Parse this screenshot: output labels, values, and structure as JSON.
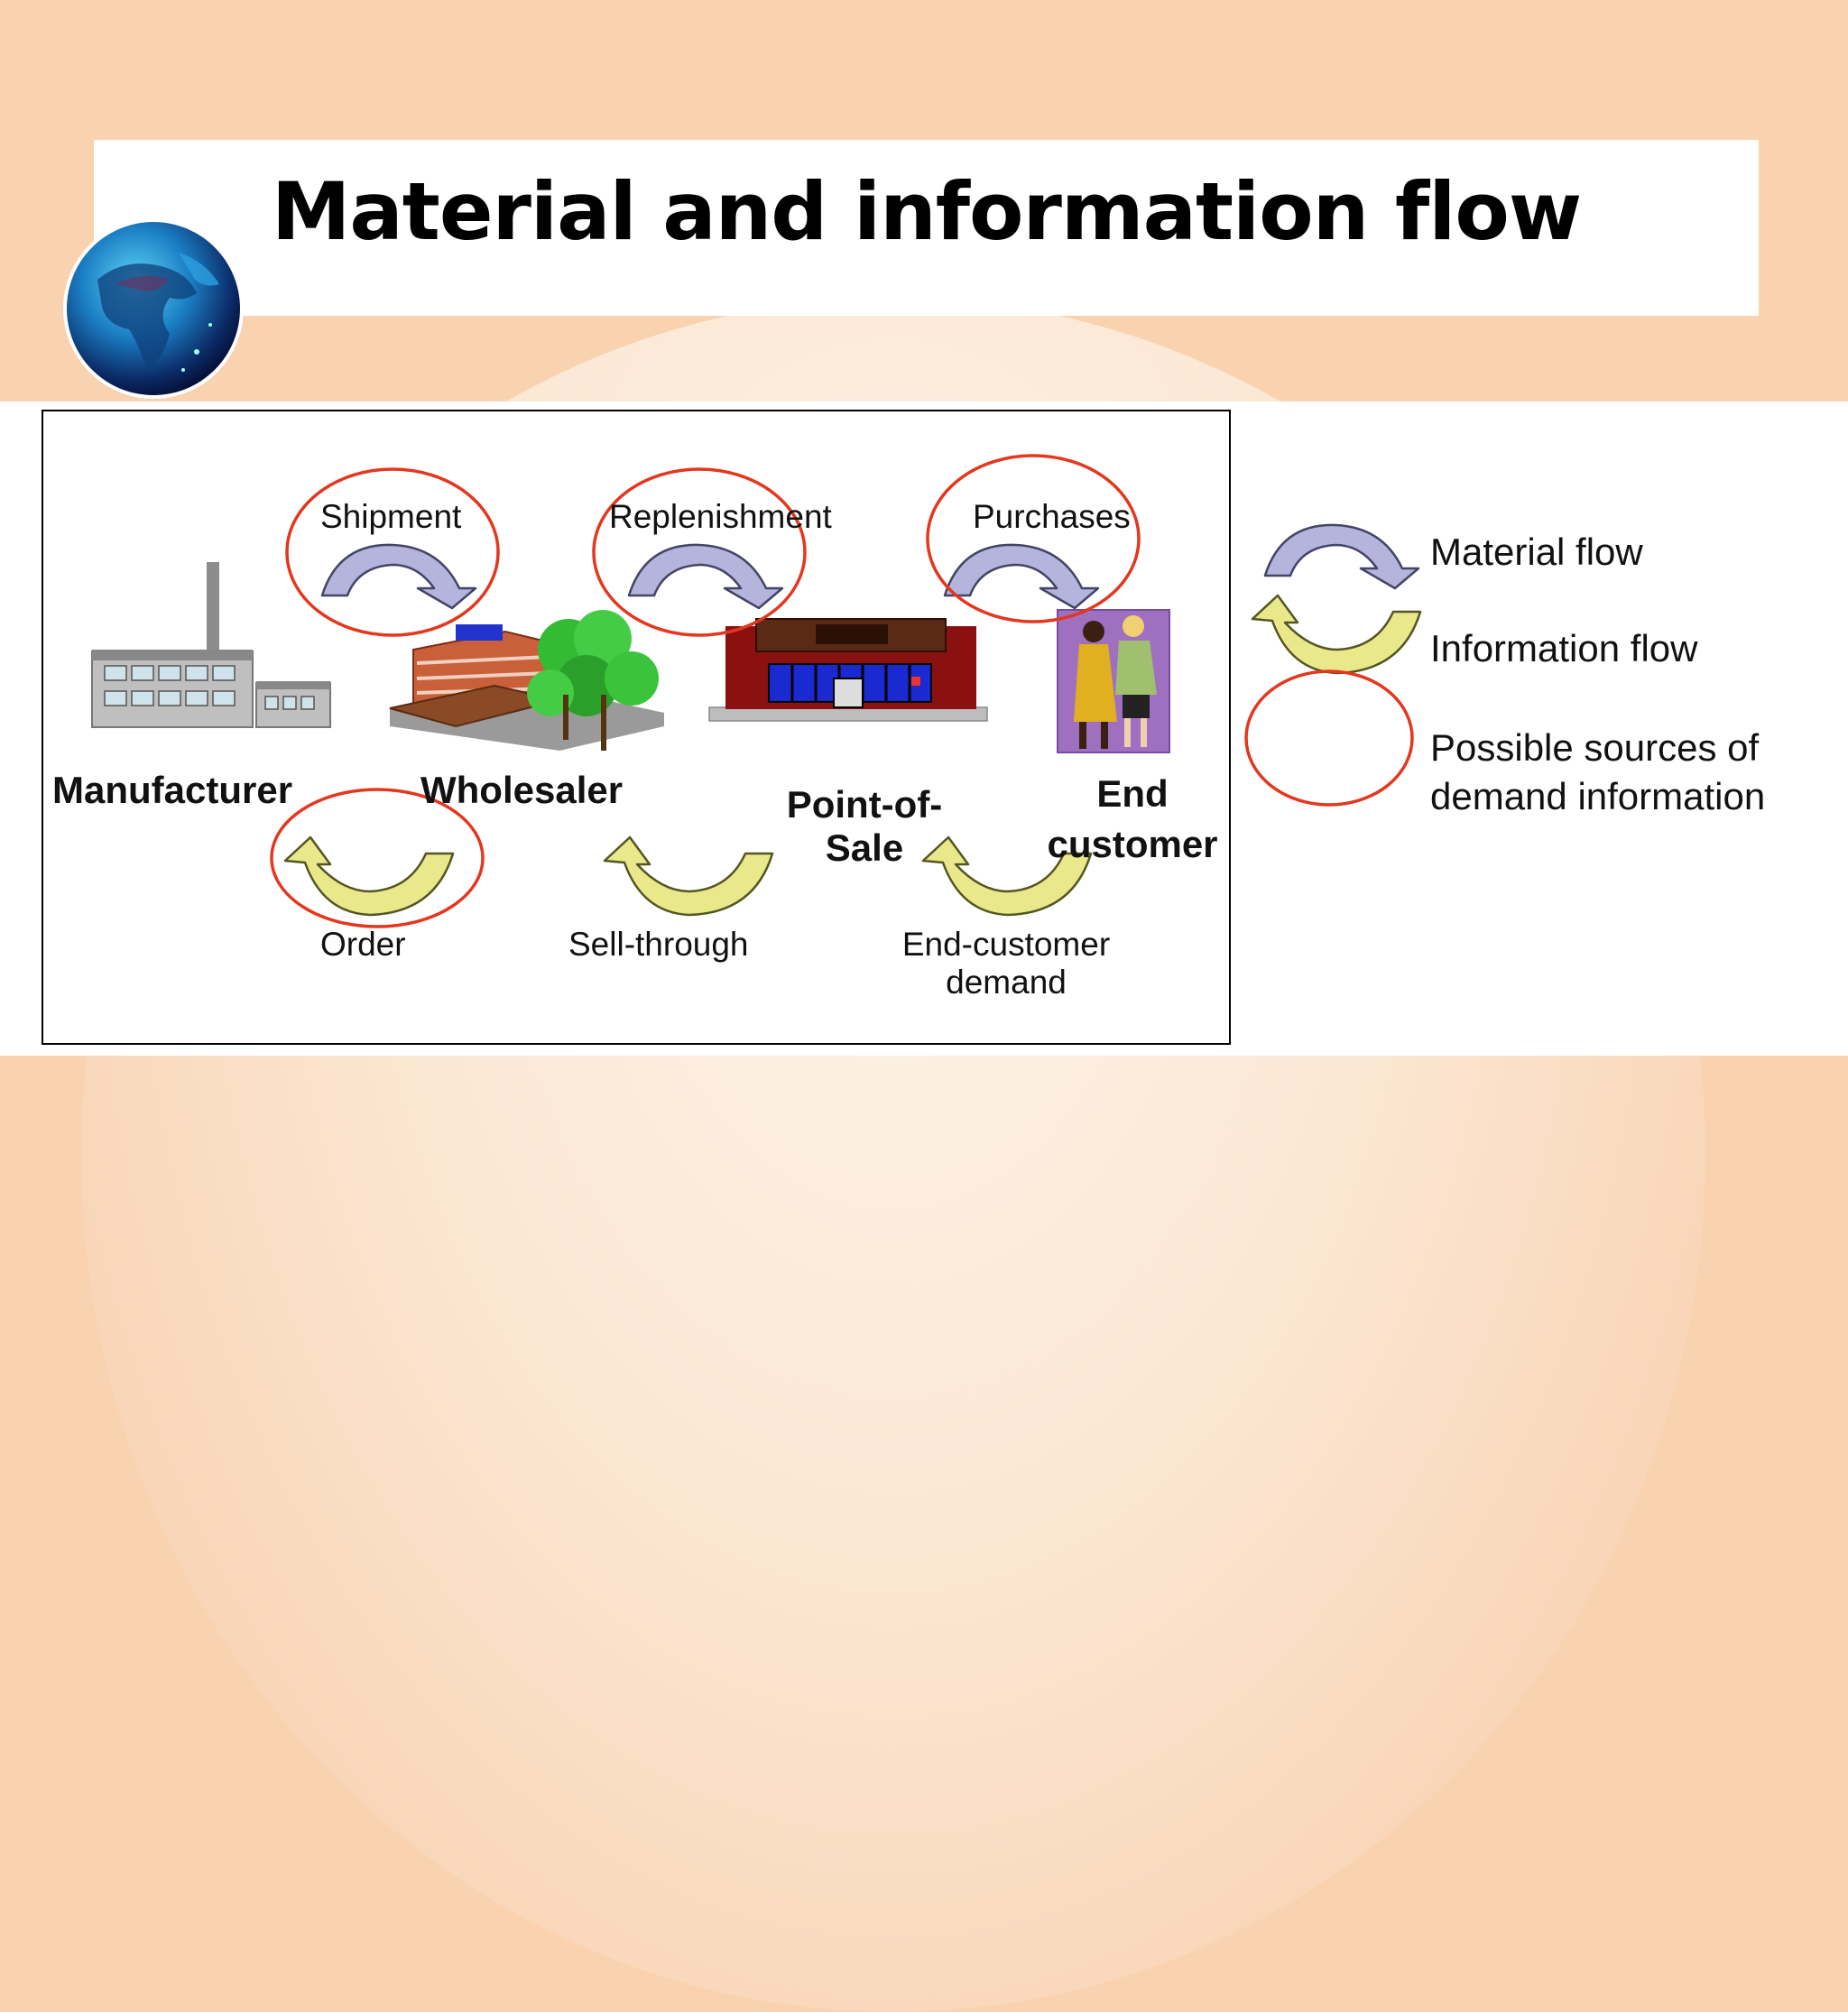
{
  "title": "Material and information flow",
  "material_flows": [
    {
      "id": "shipment",
      "label": "Shipment"
    },
    {
      "id": "replenishment",
      "label": "Replenishment"
    },
    {
      "id": "purchases",
      "label": "Purchases"
    }
  ],
  "actors": {
    "manufacturer": "Manufacturer",
    "wholesaler": "Wholesaler",
    "pos_line1": "Point-of-",
    "pos_line2": "Sale",
    "end_line1": "End",
    "end_line2": "customer"
  },
  "information_flows": {
    "order": "Order",
    "sell_through": "Sell-through",
    "end_demand_line1": "End-customer",
    "end_demand_line2": "demand"
  },
  "legend": {
    "material_flow": "Material flow",
    "information_flow": "Information flow",
    "demand_line1": "Possible sources of",
    "demand_line2": "demand information"
  },
  "colors": {
    "material_arrow": "#b4b4dc",
    "information_arrow": "#e9e98c",
    "circle": "#e3371e",
    "background": "#f9d2b0"
  }
}
